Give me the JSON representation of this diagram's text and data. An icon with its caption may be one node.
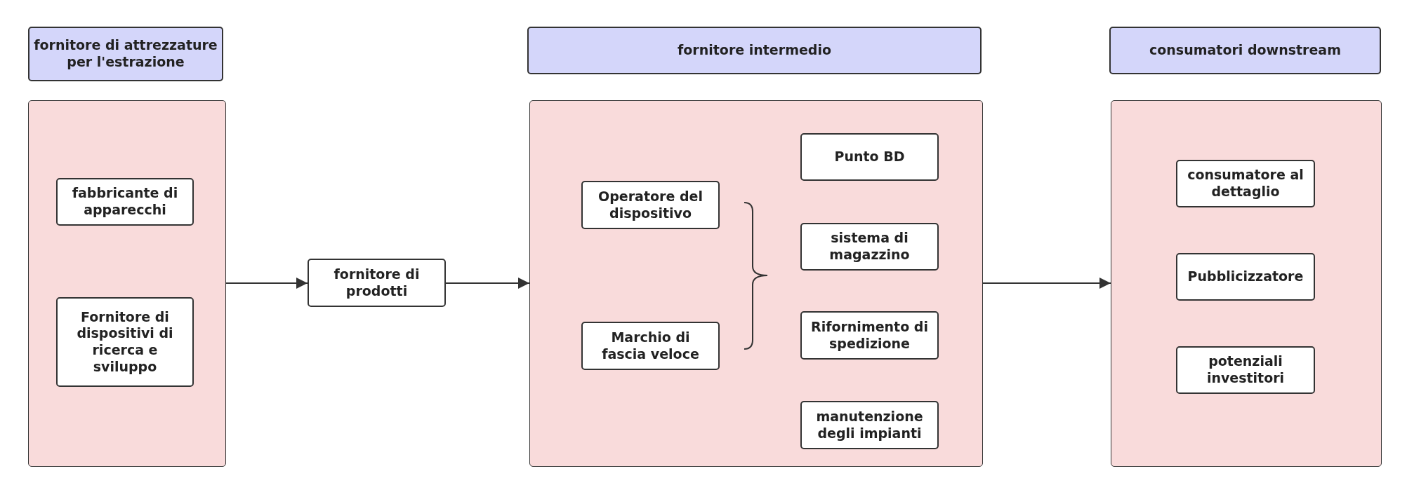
{
  "diagram": {
    "nodes": [
      {
        "text": [
          "fornitore di attrezzature per l'estrazione"
        ]
      },
      {
        "text": [],
        "shape": "box"
      },
      {
        "text": [
          "fabbricante di apparecchi"
        ],
        "in": 1
      },
      {
        "text": [
          "Fornitore di dispositivi di ricerca e sviluppo"
        ],
        "in": 1
      },
      {
        "text": [
          "fornitore di prodotti"
        ]
      },
      {
        "text": [
          "fornitore intermedio"
        ]
      },
      {
        "text": [],
        "shape": "box"
      },
      {
        "text": [
          "Operatore del dispositivo"
        ],
        "in": 6
      },
      {
        "text": [
          "Marchio di fascia veloce"
        ],
        "in": 6
      },
      {
        "text": [
          "Punto BD"
        ],
        "in": 6
      },
      {
        "text": [
          "sistema di magazzino"
        ],
        "in": 6
      },
      {
        "text": [
          "Rifornimento di spedizione"
        ],
        "in": 6
      },
      {
        "text": [
          "manutenzione degli impianti"
        ],
        "in": 6
      },
      {
        "text": [
          "consumatori downstream"
        ]
      },
      {
        "text": [],
        "shape": "box"
      },
      {
        "text": [
          "consumatore al dettaglio"
        ],
        "in": 14
      },
      {
        "text": [
          "Pubblicizzatore"
        ],
        "in": 14
      },
      {
        "text": [
          "potenziali investitori"
        ],
        "in": 14
      }
    ],
    "edges": [
      {
        "from": 1,
        "to": 4,
        "arrow": "to"
      },
      {
        "from": 4,
        "to": 6,
        "arrow": "to"
      },
      {
        "from": 6,
        "to": 14,
        "arrow": "to"
      }
    ]
  }
}
